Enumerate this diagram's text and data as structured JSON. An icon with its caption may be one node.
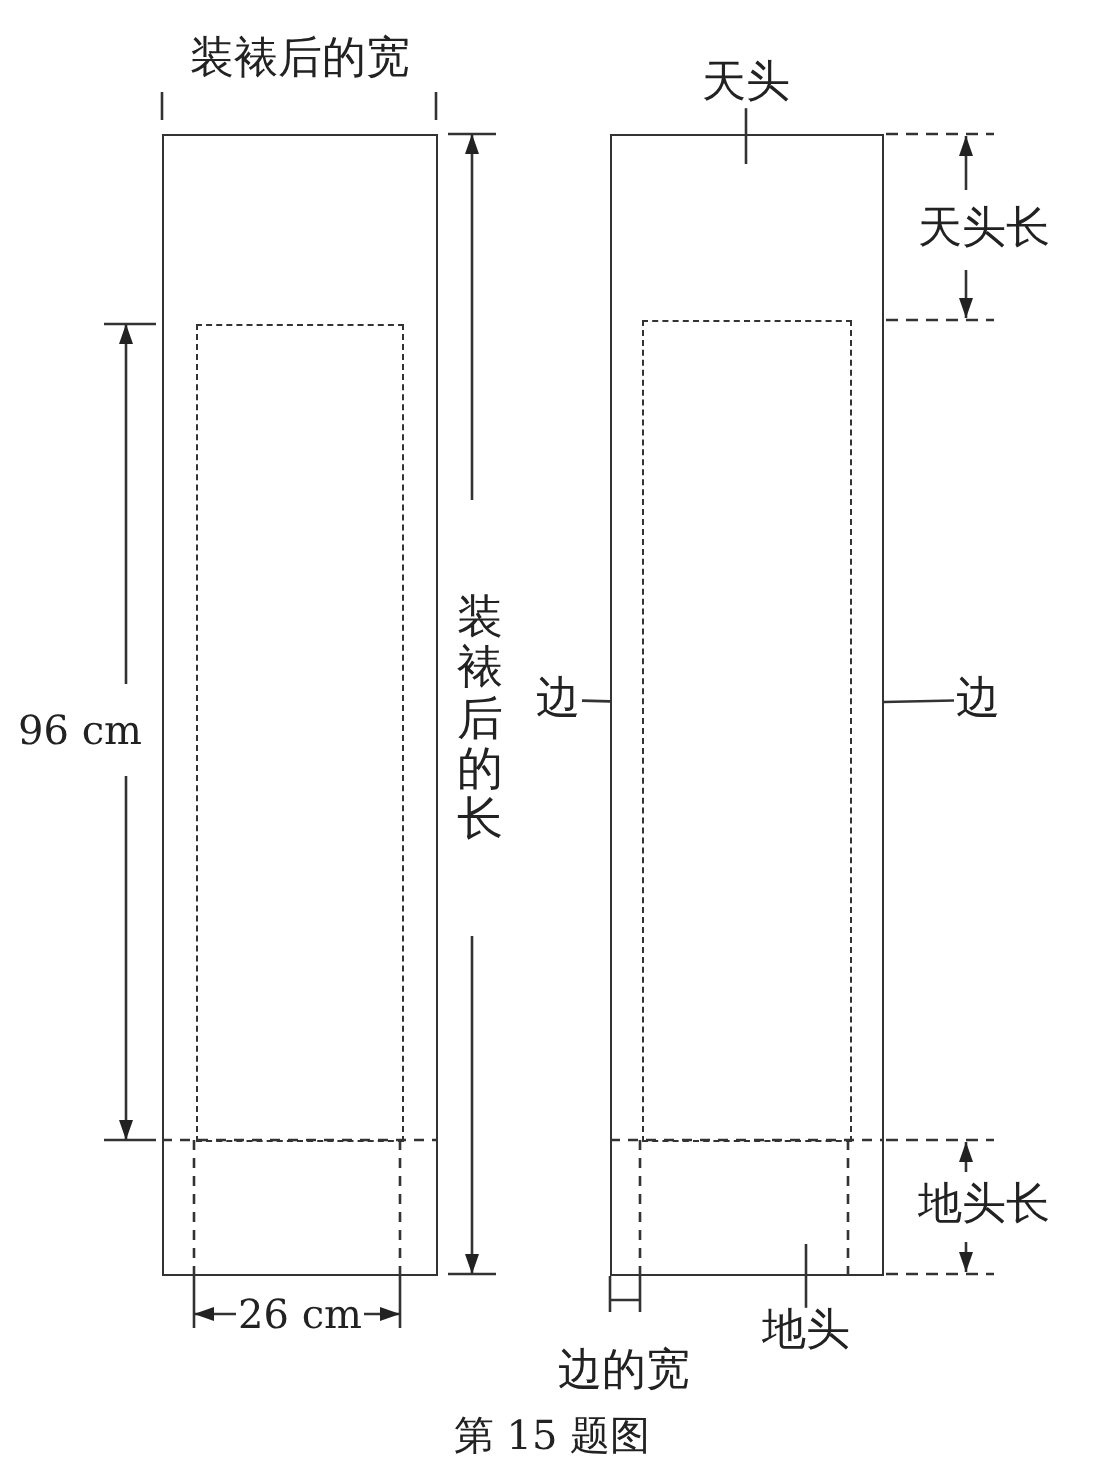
{
  "diagram": {
    "caption": "第 15 题图",
    "nodes": [
      {
        "text": [],
        "shape": "box"
      },
      {
        "text": [],
        "shape": "box",
        "in": 0
      },
      {
        "text": [],
        "shape": "box"
      },
      {
        "text": [],
        "shape": "box",
        "in": 2
      },
      {
        "text": [
          "天头"
        ]
      },
      {
        "text": [
          "边"
        ]
      },
      {
        "text": [
          "边"
        ]
      },
      {
        "text": [
          "地头"
        ]
      }
    ],
    "edges": [
      {
        "from": 4,
        "to": null,
        "arrow": "none"
      },
      {
        "from": 5,
        "to": 2,
        "arrow": "none"
      },
      {
        "from": 6,
        "to": 2,
        "arrow": "none"
      },
      {
        "from": 7,
        "to": null,
        "arrow": "none"
      }
    ],
    "labels": [
      "装裱后的宽",
      "96 cm",
      "装裱后的长",
      "26 cm",
      "天头长",
      "地头长",
      "边的宽"
    ]
  }
}
